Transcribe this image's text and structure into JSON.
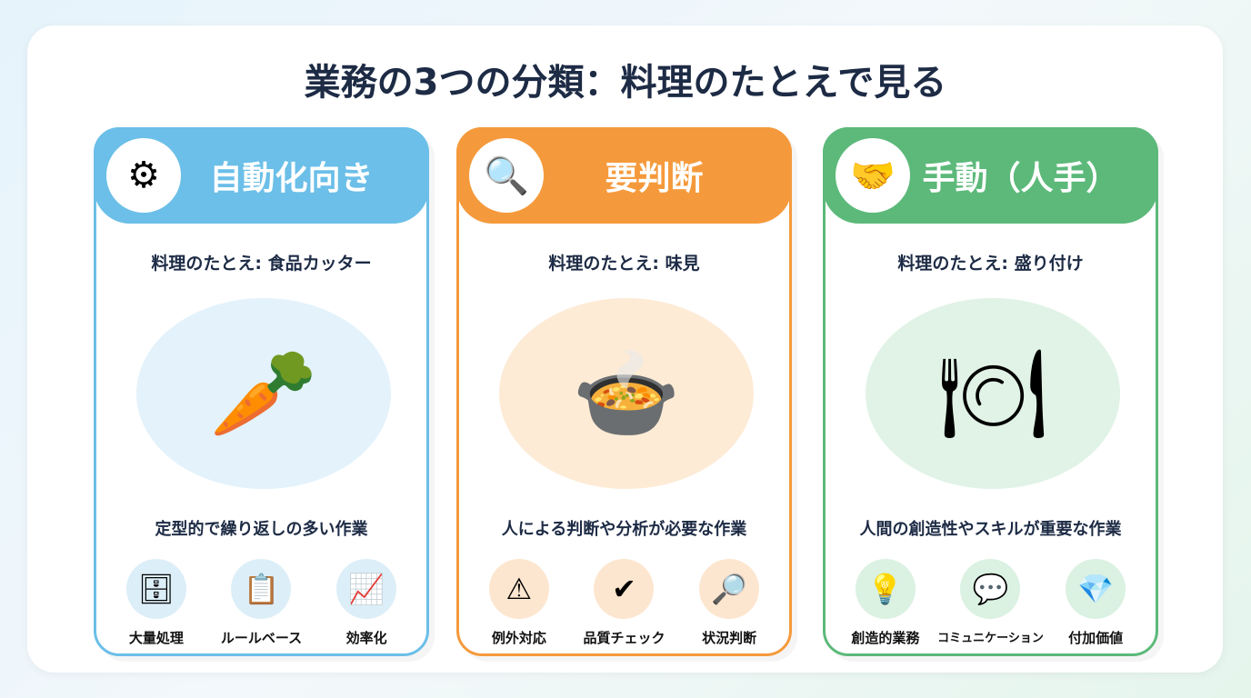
{
  "title": "業務の3つの分類：料理のたとえで見る",
  "cards": [
    {
      "label": "自動化向き",
      "color": "#6bbfe8",
      "icon": "gear-robot-arm-icon",
      "analogy": "料理のたとえ: 食品カッター",
      "illustration": "food-cutter-illustration",
      "desc": "定型的で繰り返しの多い作業",
      "features": [
        {
          "label": "大量処理",
          "icon": "database-icon"
        },
        {
          "label": "ルールベース",
          "icon": "checklist-icon"
        },
        {
          "label": "効率化",
          "icon": "growth-chart-icon"
        }
      ]
    },
    {
      "label": "要判断",
      "color": "#f59a3c",
      "icon": "hand-magnifier-icon",
      "analogy": "料理のたとえ: 味見",
      "illustration": "chef-tasting-illustration",
      "desc": "人による判断や分析が必要な作業",
      "features": [
        {
          "label": "例外対応",
          "icon": "warning-icon"
        },
        {
          "label": "品質チェック",
          "icon": "magnifier-check-icon"
        },
        {
          "label": "状況判断",
          "icon": "magnifier-icon"
        }
      ]
    },
    {
      "label": "手動（人手）",
      "color": "#5cb97a",
      "icon": "hands-icon",
      "analogy": "料理のたとえ: 盛り付け",
      "illustration": "plating-illustration",
      "desc": "人間の創造性やスキルが重要な作業",
      "features": [
        {
          "label": "創造的業務",
          "icon": "lightbulb-icon"
        },
        {
          "label": "コミュニケーション",
          "icon": "chat-icon"
        },
        {
          "label": "付加価値",
          "icon": "diamond-hand-icon"
        }
      ]
    }
  ]
}
